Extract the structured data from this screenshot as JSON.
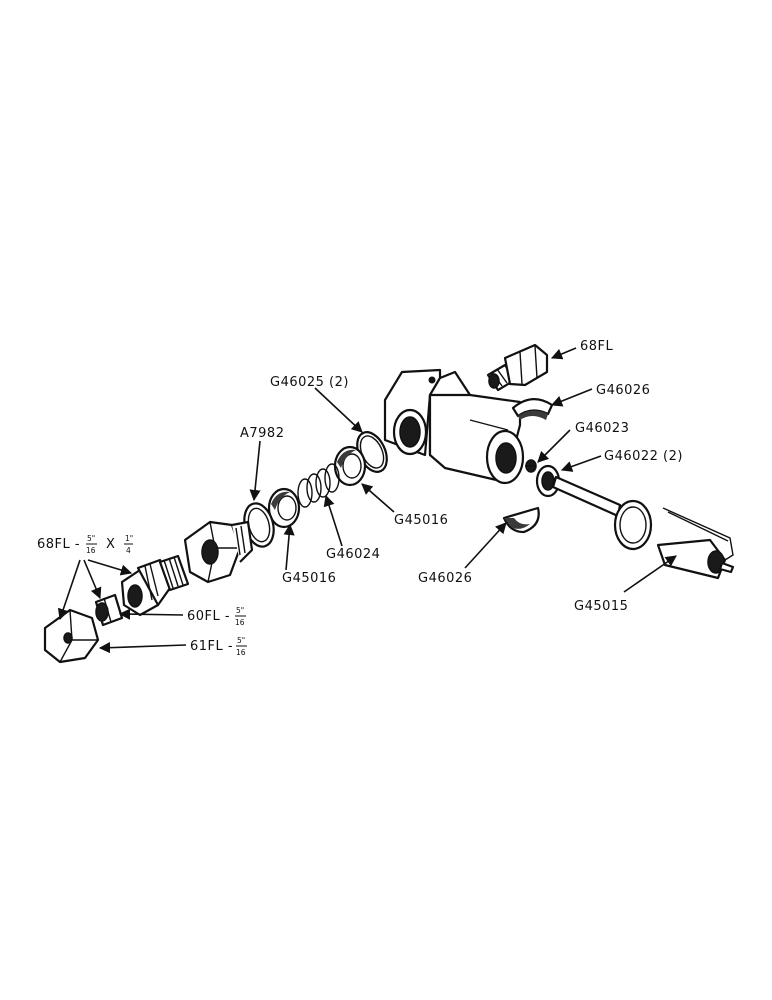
{
  "labels": {
    "fitting_top": "68FL",
    "lock_top": "G46026",
    "pin": "G46023",
    "plunger": "G46022 (2)",
    "cap": "G45015",
    "lock_bottom": "G46026",
    "ring_top": "G46025 (2)",
    "washer_right": "G45016",
    "spring": "G46024",
    "washer_left": "G45016",
    "gasket": "A7982",
    "elbow": {
      "main": "68FL -",
      "f1_num": "5\"",
      "f1_den": "16",
      "x": "X",
      "f2_num": "1\"",
      "f2_den": "4"
    },
    "sleeve": {
      "main": "60FL -",
      "num": "5\"",
      "den": "16"
    },
    "nut": {
      "main": "61FL -",
      "num": "5\"",
      "den": "16"
    }
  },
  "colors": {
    "ink": "#111111",
    "paper": "#ffffff"
  }
}
